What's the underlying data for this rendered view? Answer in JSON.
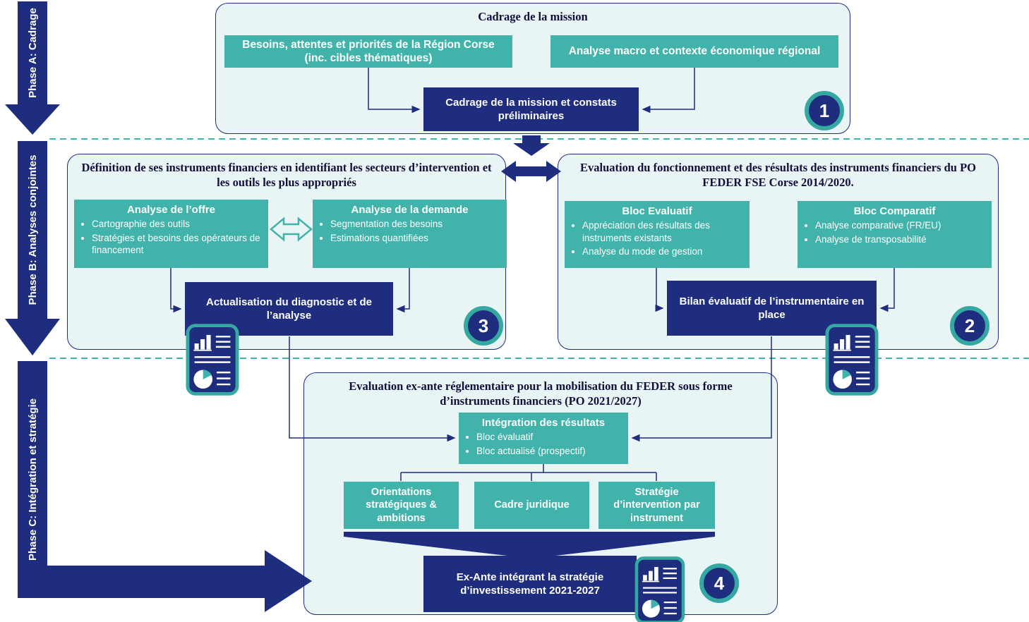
{
  "colors": {
    "navy": "#1f2d7e",
    "teal": "#41b3ab",
    "teal_ring": "#35a9a1",
    "container_bg": "#e9f4f5",
    "text_dark": "#10103a"
  },
  "phases": {
    "a": {
      "label": "Phase A: Cadrage"
    },
    "b": {
      "label": "Phase B: Analyses conjointes"
    },
    "c": {
      "label": "Phase C: Intégration et stratégie"
    }
  },
  "phase_a": {
    "title": "Cadrage de la mission",
    "box_left": "Besoins, attentes et priorités de la Région Corse (inc. cibles thématiques)",
    "box_right": "Analyse macro et contexte économique régional",
    "result": "Cadrage de la mission et constats préliminaires",
    "badge": "1"
  },
  "phase_b_left": {
    "title": "Définition de ses instruments financiers en identifiant les secteurs d’intervention et les outils les plus appropriés",
    "offer": {
      "title": "Analyse de l’offre",
      "bullets": [
        "Cartographie des outils",
        "Stratégies et besoins des opérateurs de financement"
      ]
    },
    "demand": {
      "title": "Analyse de la demande",
      "bullets": [
        "Segmentation des besoins",
        "Estimations quantifiées"
      ]
    },
    "result": "Actualisation du diagnostic et de l’analyse",
    "badge": "3"
  },
  "phase_b_right": {
    "title": "Evaluation du fonctionnement et des résultats des instruments financiers du PO FEDER FSE Corse 2014/2020.",
    "evaluatif": {
      "title": "Bloc Evaluatif",
      "bullets": [
        "Appréciation des résultats des instruments existants",
        "Analyse du mode de gestion"
      ]
    },
    "comparatif": {
      "title": "Bloc Comparatif",
      "bullets": [
        "Analyse comparative (FR/EU)",
        "Analyse de transposabilité"
      ]
    },
    "result": "Bilan évaluatif de l’instrumentaire en place",
    "badge": "2"
  },
  "phase_c": {
    "title": "Evaluation ex-ante réglementaire pour la mobilisation du FEDER sous forme d’instruments financiers (PO 2021/2027)",
    "integration": {
      "title": "Intégration des résultats",
      "bullets": [
        "Bloc évaluatif",
        "Bloc actualisé (prospectif)"
      ]
    },
    "pillars": [
      "Orientations stratégiques & ambitions",
      "Cadre juridique",
      "Stratégie d’intervention par instrument"
    ],
    "result": "Ex-Ante intégrant la stratégie d’investissement 2021-2027",
    "badge": "4"
  },
  "icons": {
    "report": "report-document-icon"
  }
}
